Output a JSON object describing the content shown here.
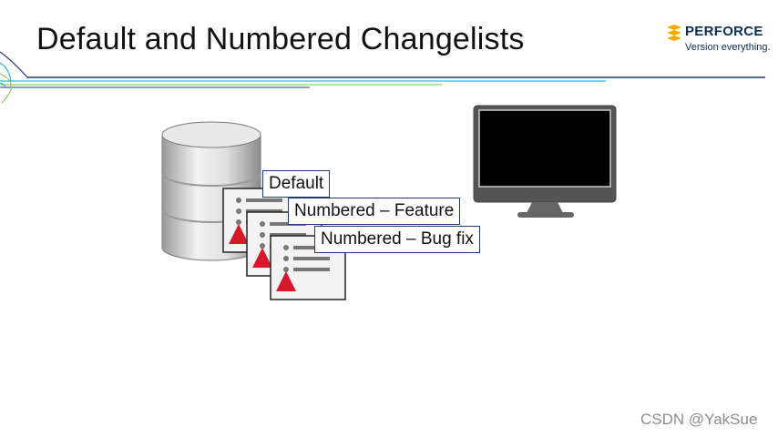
{
  "slide": {
    "title": "Default and Numbered Changelists"
  },
  "logo": {
    "brand": "PERFORCE",
    "tagline": "Version everything.",
    "mark_color": "#f5a800",
    "text_color": "#0d2d5a"
  },
  "changelists": [
    {
      "label": "Default"
    },
    {
      "label": "Numbered – Feature"
    },
    {
      "label": "Numbered – Bug fix"
    }
  ],
  "icons": {
    "database": "database-icon",
    "changelist": "changelist-document-icon",
    "monitor": "monitor-icon",
    "warning_color": "#d7182a"
  },
  "watermark": "CSDN @YakSue",
  "colors": {
    "accent_blue": "#1f3a7a",
    "line_green": "#7ac143",
    "line_cyan": "#00a7d8"
  }
}
